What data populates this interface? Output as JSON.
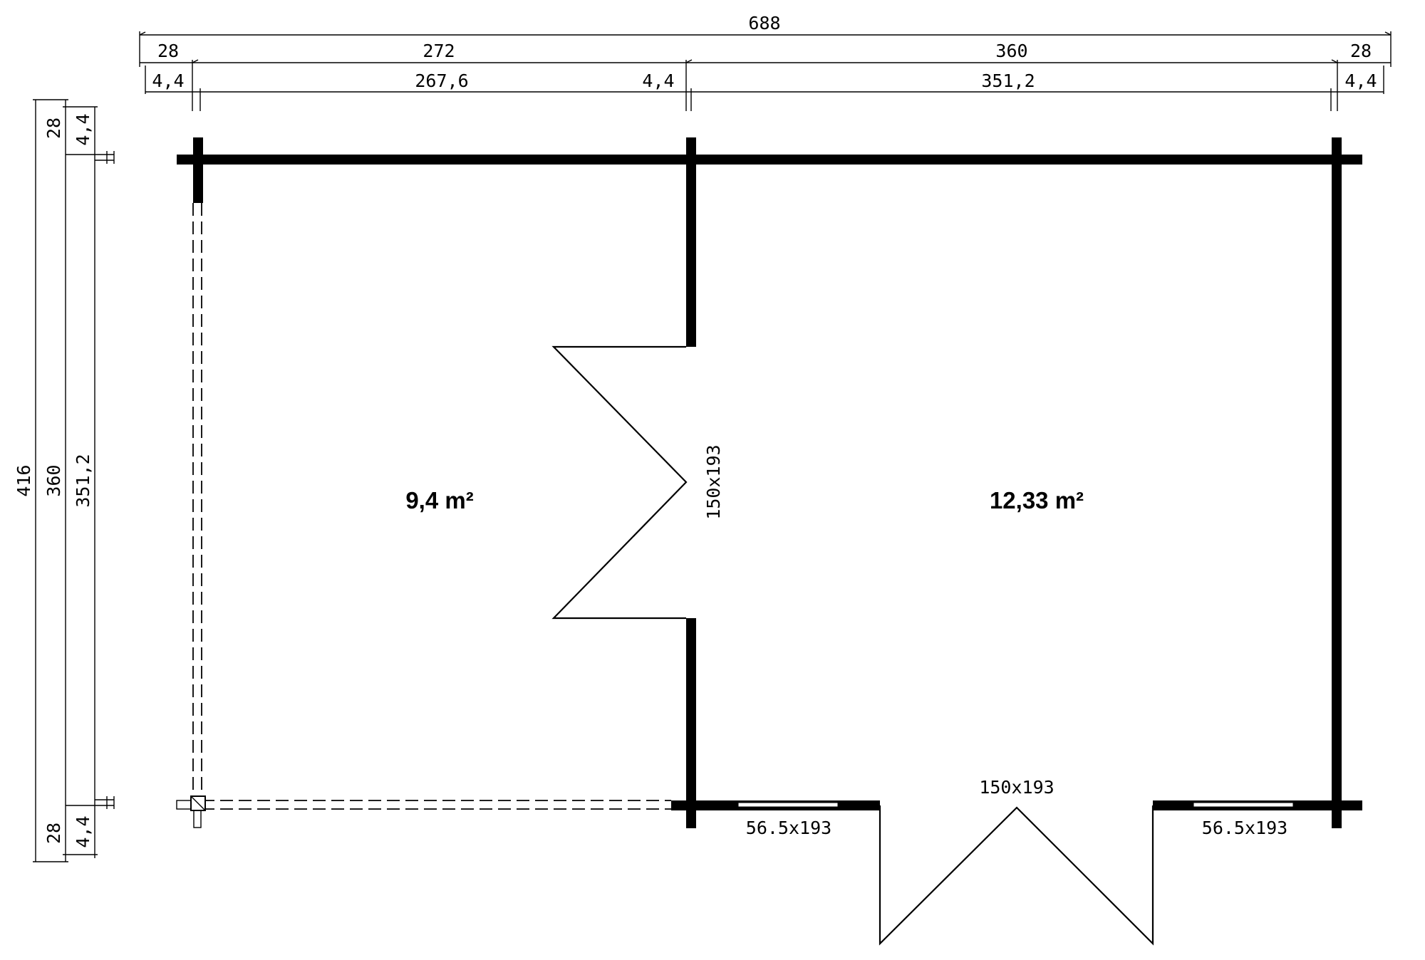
{
  "dimensions": {
    "top": {
      "overall": "688",
      "left_overhang": "28",
      "left_room": "272",
      "right_room": "360",
      "right_overhang": "28",
      "wall_left": "4,4",
      "left_inner": "267,6",
      "wall_mid": "4,4",
      "right_inner": "351,2",
      "wall_right": "4,4"
    },
    "side": {
      "overall": "416",
      "top_overhang": "28",
      "room": "360",
      "bottom_overhang": "28",
      "wall_top": "4,4",
      "inner": "351,2",
      "wall_bottom": "4,4"
    }
  },
  "rooms": {
    "left_area": "9,4 m²",
    "right_area": "12,33 m²"
  },
  "openings": {
    "interior_door": "150x193",
    "front_door": "150x193",
    "window_left": "56.5x193",
    "window_right": "56.5x193"
  }
}
